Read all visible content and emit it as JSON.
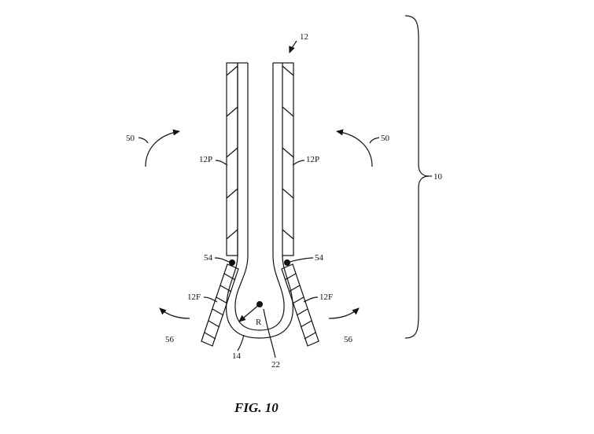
{
  "figure": {
    "caption": "FIG. 10",
    "labels": {
      "assembly": "10",
      "part": "12",
      "panel_left": "12P",
      "panel_right": "12P",
      "flap_left": "12F",
      "flap_right": "12F",
      "rot_left": "50",
      "rot_right": "50",
      "point_left": "54",
      "point_right": "54",
      "bend": "14",
      "radius": "R",
      "center": "22",
      "out_left": "56",
      "out_right": "56"
    }
  }
}
